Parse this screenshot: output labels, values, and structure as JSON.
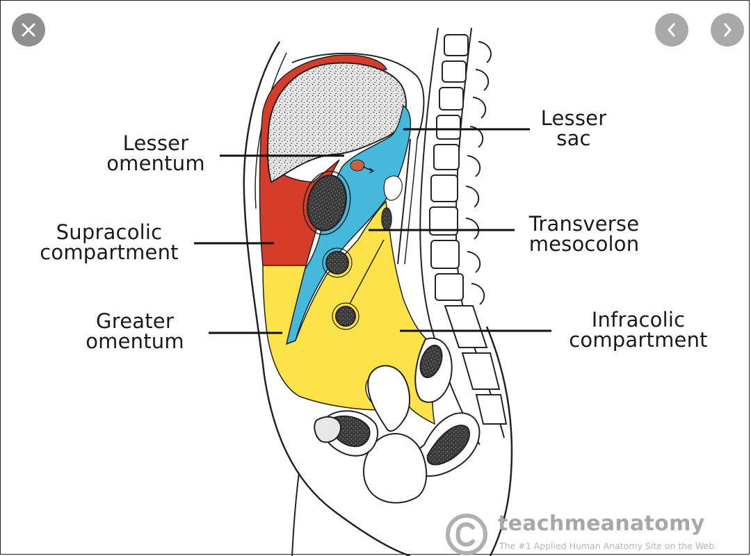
{
  "viewer": {
    "close_icon": "close-icon",
    "prev_icon": "chevron-left-icon",
    "next_icon": "chevron-right-icon"
  },
  "diagram": {
    "colors": {
      "supracolic": "#d63c2a",
      "lesser_sac": "#45b8dc",
      "infracolic": "#fde24a"
    },
    "labels": {
      "lesser_omentum": [
        "Lesser",
        "omentum"
      ],
      "supracolic": [
        "Supracolic",
        "compartment"
      ],
      "greater_omentum": [
        "Greater",
        "omentum"
      ],
      "lesser_sac": [
        "Lesser",
        "sac"
      ],
      "transverse_mesocolon": [
        "Transverse",
        "mesocolon"
      ],
      "infracolic": [
        "Infracolic",
        "compartment"
      ]
    }
  },
  "watermark": {
    "brand": "teachmeanatomy",
    "tagline": "The #1 Applied Human Anatomy Site on the Web."
  }
}
